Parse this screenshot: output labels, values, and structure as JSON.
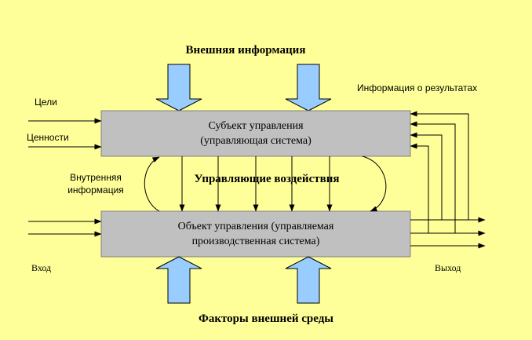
{
  "labels": {
    "external_info": "Внешняя информация",
    "external_factors": "Факторы внешней среды",
    "results_info": "Информация о результатах",
    "goals": "Цели",
    "values": "Ценности",
    "internal_info_line1": "Внутренняя",
    "internal_info_line2": "информация",
    "control_actions": "Управляющие воздействия",
    "input": "Вход",
    "output": "Выход"
  },
  "subject_box": {
    "line1": "Субъект управления",
    "line2": "(управляющая система)"
  },
  "object_box": {
    "line1": "Объект управления (управляемая",
    "line2": "производственная система)"
  },
  "colors": {
    "background": "#ffff99",
    "box_fill": "#c0c0c0",
    "big_arrow_fill": "#99ccff"
  }
}
